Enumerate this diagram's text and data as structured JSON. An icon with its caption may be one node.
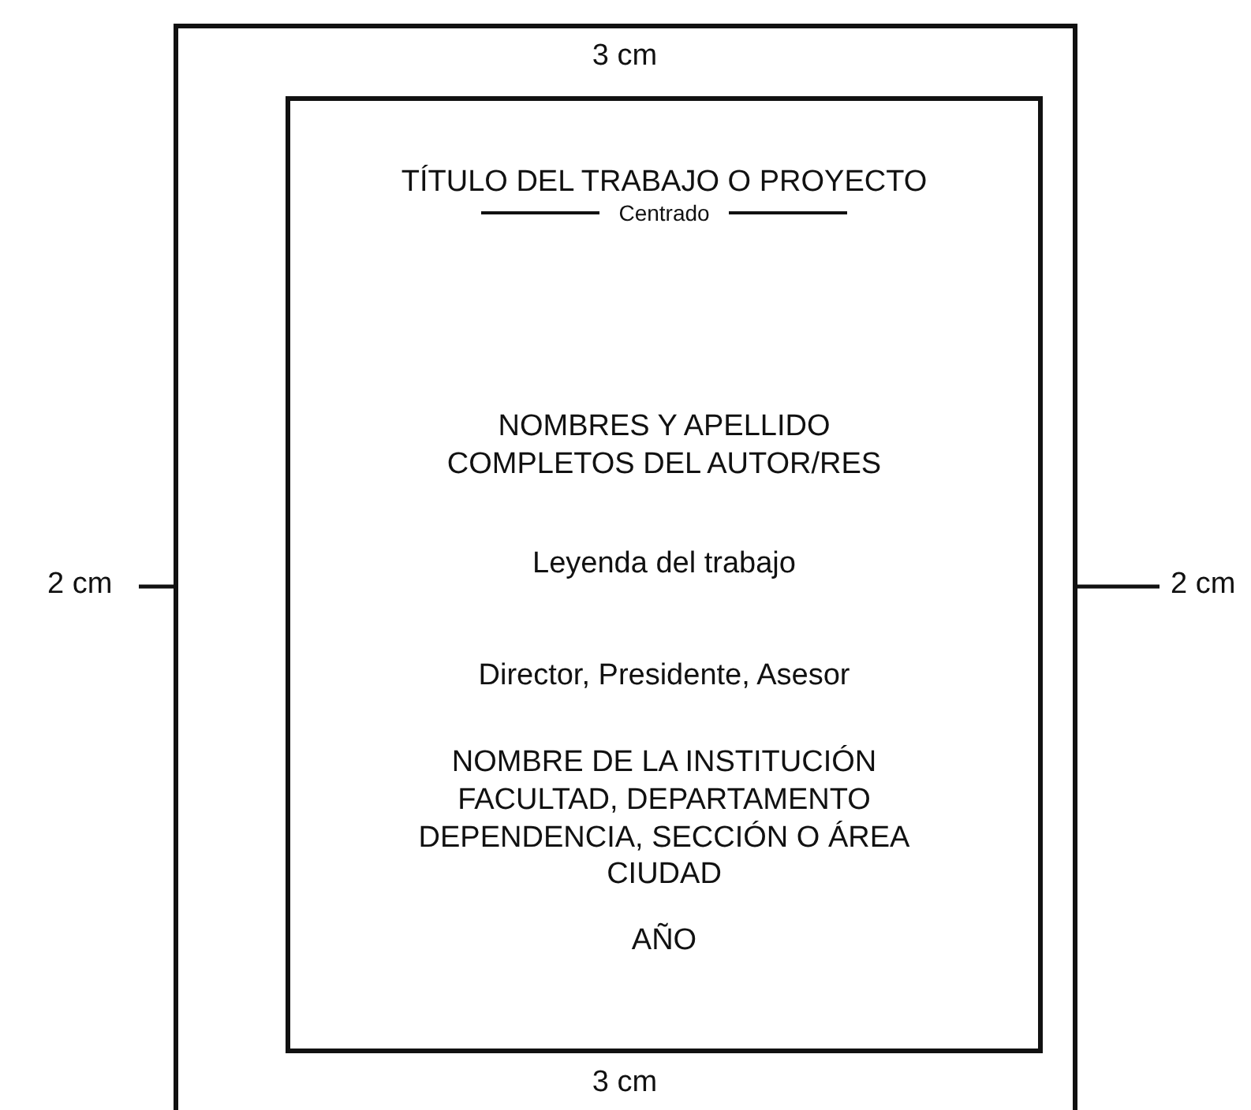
{
  "diagram": {
    "nodes": [
      {
        "text": [],
        "shape": "box"
      },
      {
        "text": [
          "TÍTULO DEL TRABAJO O PROYECTO",
          "Centrado",
          "NOMBRES Y APELLIDO COMPLETOS DEL AUTOR/RES",
          "Leyenda del trabajo",
          "Director, Presidente, Asesor",
          "NOMBRE DE LA INSTITUCIÓN FACULTAD, DEPARTAMENTO DEPENDENCIA, SECCIÓN O ÁREA CIUDAD",
          "AÑO"
        ],
        "in": 0
      }
    ],
    "labels": [
      "3 cm",
      "2 cm",
      "2 cm",
      "3 cm"
    ]
  }
}
